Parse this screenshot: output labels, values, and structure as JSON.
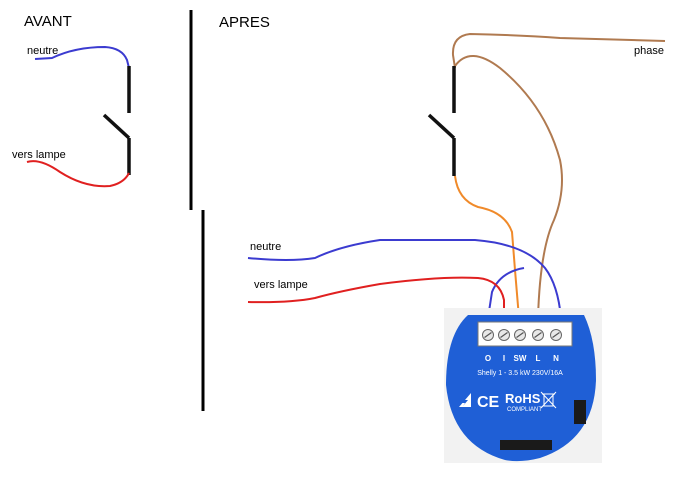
{
  "before": {
    "title": "AVANT",
    "label_neutral": "neutre",
    "label_lamp": "vers lampe"
  },
  "after": {
    "title": "APRES",
    "label_phase": "phase",
    "label_neutral": "neutre",
    "label_lamp": "vers lampe"
  },
  "device": {
    "terminals": [
      "O",
      "I",
      "SW",
      "L",
      "N"
    ],
    "model_line": "Shelly 1 - 3.5 kW 230V/16A",
    "ce_mark": "CE",
    "rohs": "RoHS",
    "rohs_sub": "COMPLIANT",
    "color": "#1f5fd6"
  },
  "colors": {
    "neutral_wire": "#3b3bd0",
    "lamp_wire": "#e02020",
    "phase_wire": "#b07a50",
    "switch_wire": "#f08a2a",
    "switch": "#111111"
  }
}
